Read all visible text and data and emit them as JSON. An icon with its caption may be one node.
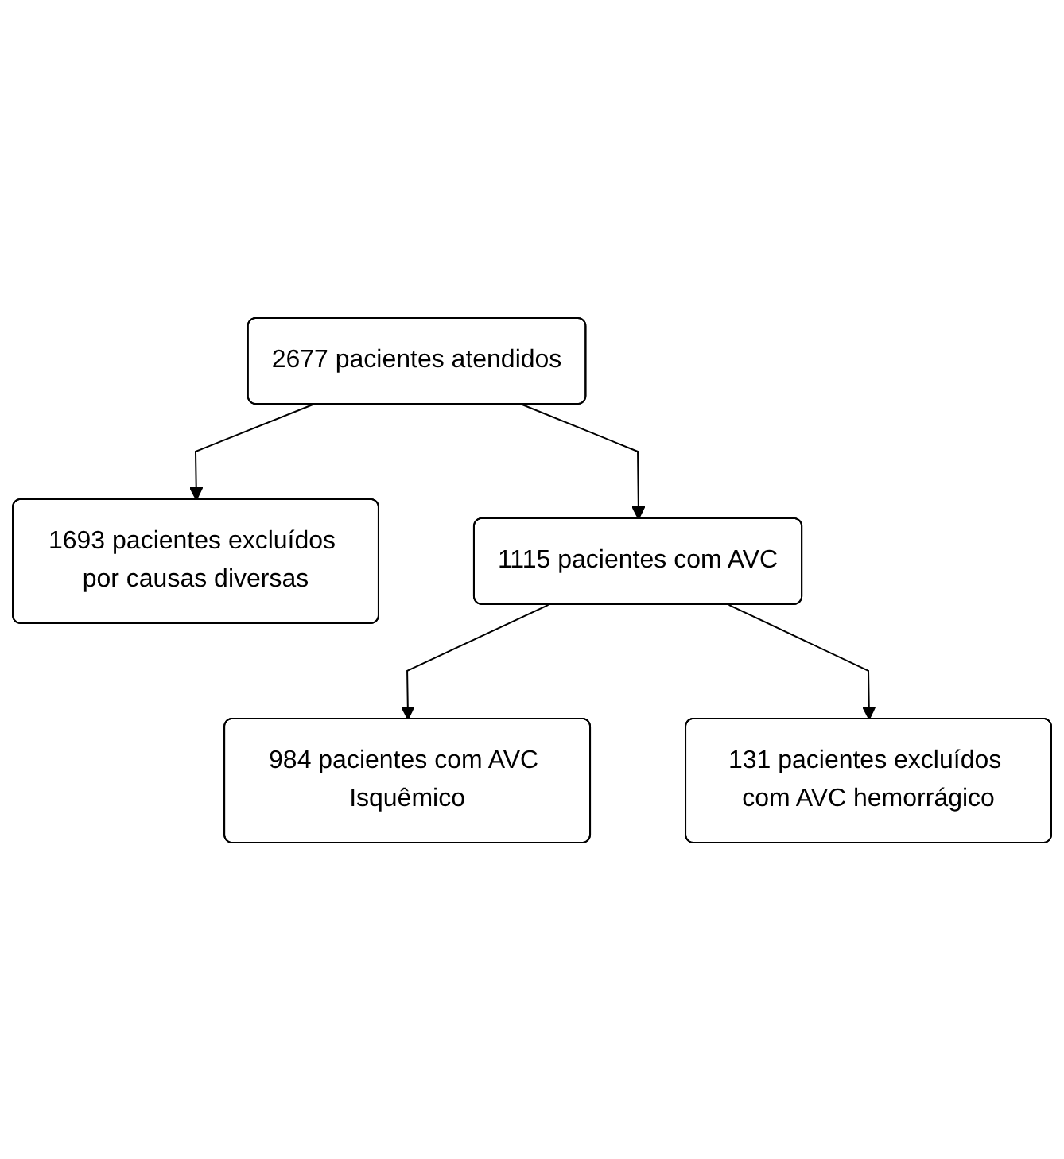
{
  "diagram": {
    "nodes": [
      {
        "text": [
          "2677 pacientes atendidos"
        ]
      },
      {
        "text": [
          "1693 pacientes excluídos por causas diversas"
        ]
      },
      {
        "text": [
          "1115 pacientes com AVC"
        ]
      },
      {
        "text": [
          "131 pacientes excluídos com AVC hemorrágico"
        ]
      },
      {
        "text": [
          "984 pacientes com AVC Isquêmico"
        ]
      }
    ],
    "edges": [
      {
        "from": 0,
        "to": 2,
        "arrow": "to"
      },
      {
        "from": 0,
        "to": 1,
        "arrow": "to"
      },
      {
        "from": 2,
        "to": 4,
        "arrow": "to"
      },
      {
        "from": 2,
        "to": 3,
        "arrow": "to"
      }
    ]
  }
}
